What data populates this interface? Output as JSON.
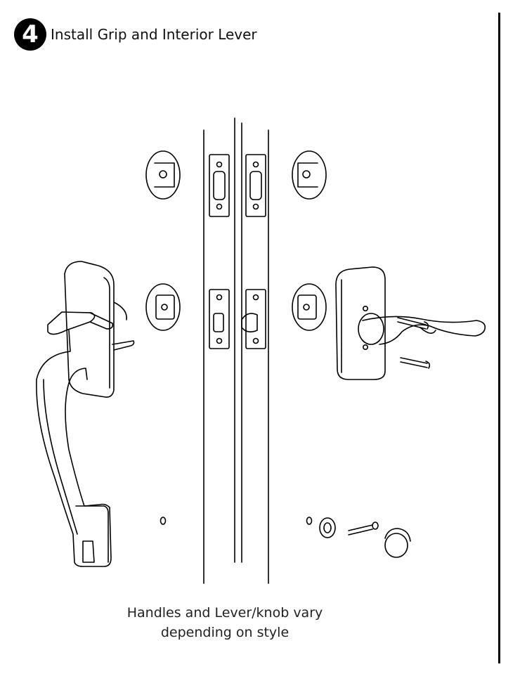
{
  "step": {
    "number": "4",
    "title": "Install Grip and Interior Lever"
  },
  "caption": {
    "line1": "Handles and Lever/knob vary",
    "line2": "depending on style"
  }
}
